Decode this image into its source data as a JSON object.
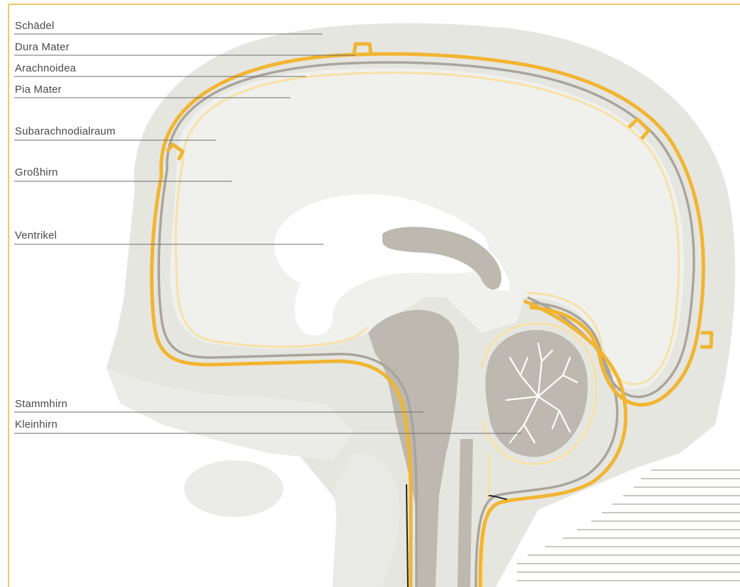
{
  "labels": {
    "skull": "Schädel",
    "dura_mater": "Dura Mater",
    "arachnoid": "Arachnoidea",
    "pia_mater": "Pia Mater",
    "subarachnoid_space": "Subarachnodialraum",
    "cerebrum": "Großhirn",
    "ventricle": "Ventrikel",
    "brainstem": "Stammhirn",
    "cerebellum": "Kleinhirn"
  },
  "colors": {
    "frame": "#f2b33a",
    "dura": "#f1b531",
    "arachnoid": "#a9a59c",
    "pia": "#f6e2a6",
    "skull": "#e6e6e1",
    "brain": "#f0f0ed",
    "ventricle": "#ffffff",
    "dark_tissue": "#bdb9b0",
    "leader_line": "#6b6b6b",
    "label_text": "#4a4a4a"
  }
}
